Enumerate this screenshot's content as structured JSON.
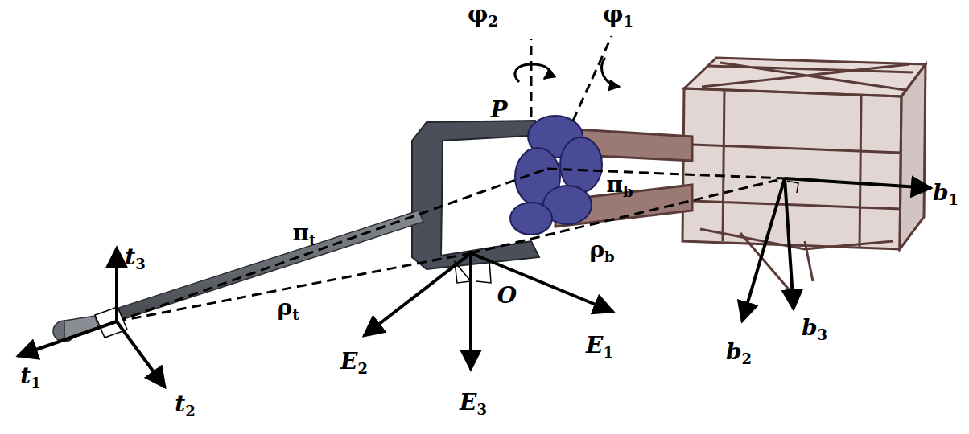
{
  "diagram": {
    "labels": [
      "φ2",
      "φ1",
      "P",
      "πt",
      "πb",
      "ρb",
      "ρt",
      "O",
      "E1",
      "E2",
      "E3",
      "b1",
      "b2",
      "b3",
      "t1",
      "t2",
      "t3"
    ]
  }
}
